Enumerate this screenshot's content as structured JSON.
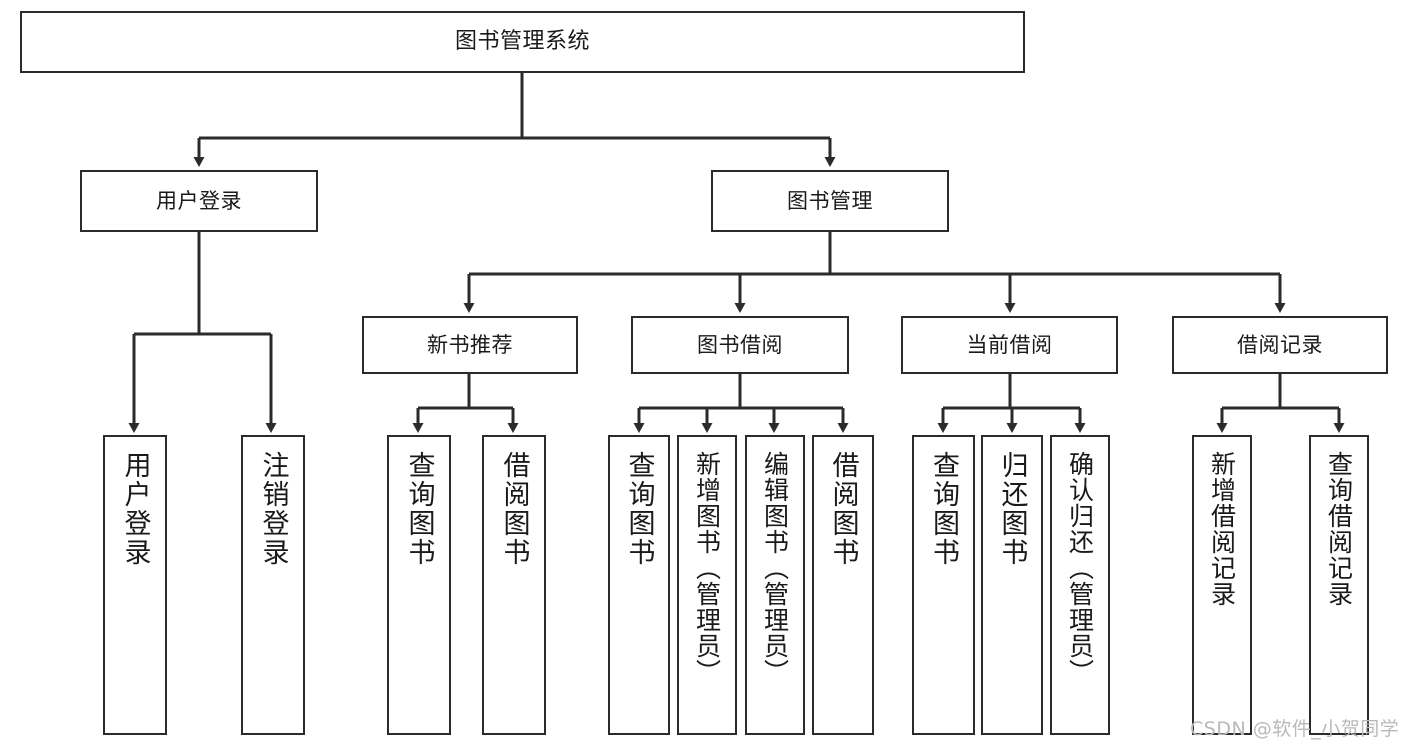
{
  "diagram": {
    "type": "tree",
    "title": "图书管理系统",
    "theme": {
      "background": "#ffffff",
      "box_border": "#2b2b2b",
      "box_fill": "#ffffff",
      "text": "#1a1a1a",
      "connector": "#2b2b2b",
      "watermark": "#b9b9b9"
    },
    "root": {
      "label": "图书管理系统"
    },
    "level2": [
      {
        "label": "用户登录"
      },
      {
        "label": "图书管理"
      }
    ],
    "level3": [
      {
        "label": "新书推荐"
      },
      {
        "label": "图书借阅"
      },
      {
        "label": "当前借阅"
      },
      {
        "label": "借阅记录"
      }
    ],
    "leaves": {
      "user_login": [
        {
          "label": "用户登录"
        },
        {
          "label": "注销登录"
        }
      ],
      "new_book_recommend": [
        {
          "label": "查询图书"
        },
        {
          "label": "借阅图书"
        }
      ],
      "book_borrow": [
        {
          "label": "查询图书"
        },
        {
          "label": "新增图书（管理员）"
        },
        {
          "label": "编辑图书（管理员）"
        },
        {
          "label": "借阅图书"
        }
      ],
      "current_borrow": [
        {
          "label": "查询图书"
        },
        {
          "label": "归还图书"
        },
        {
          "label": "确认归还（管理员）"
        }
      ],
      "borrow_record": [
        {
          "label": "新增借阅记录"
        },
        {
          "label": "查询借阅记录"
        }
      ]
    }
  },
  "watermark": {
    "text": "CSDN @软件_小贺同学"
  }
}
